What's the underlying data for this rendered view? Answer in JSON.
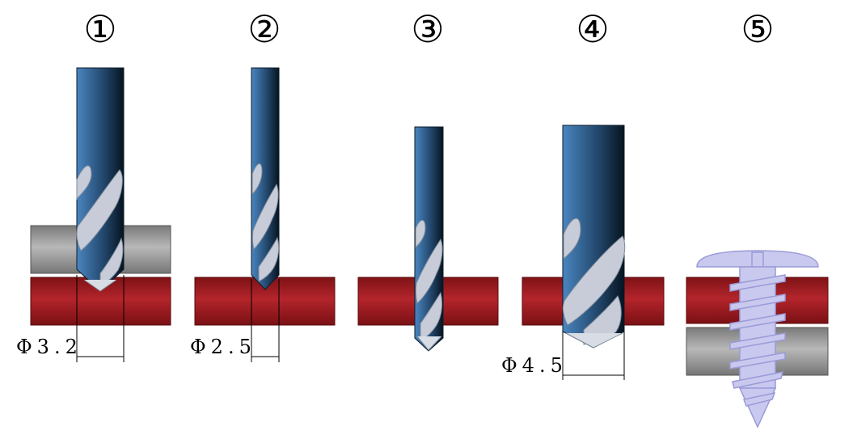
{
  "steps": [
    {
      "number": "①",
      "dimension": "Φ3.2"
    },
    {
      "number": "②",
      "dimension": "Φ2.5"
    },
    {
      "number": "③"
    },
    {
      "number": "④",
      "dimension": "Φ4.5"
    },
    {
      "number": "⑤"
    }
  ],
  "colors": {
    "red_plate": "#a51c22",
    "gray_plate": "#9a9a9a",
    "drill_dark": "#0a1a2a",
    "drill_light": "#3f7fb8",
    "screw": "#c9c9ef"
  },
  "icons": [
    "drill-bit-icon",
    "screw-icon"
  ]
}
